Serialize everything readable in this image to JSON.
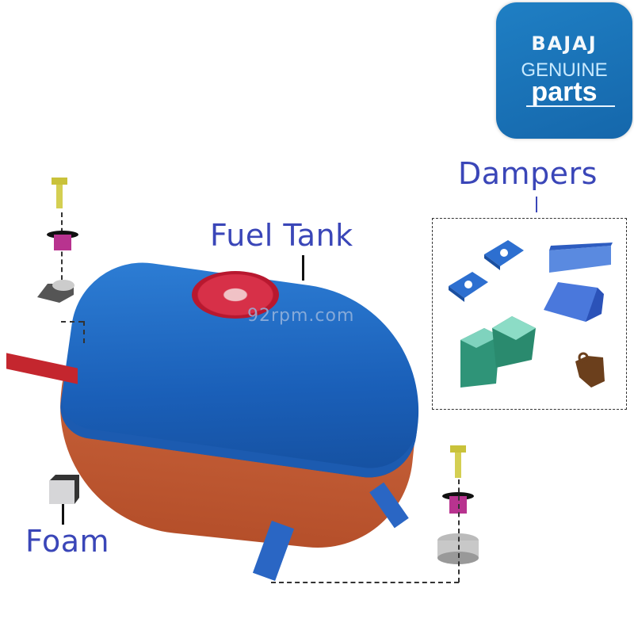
{
  "logo": {
    "brand": "BAJAJ",
    "line2": "GENUINE",
    "line3": "parts",
    "background": "#1a74bb"
  },
  "labels": {
    "fuel_tank": "Fuel Tank",
    "dampers": "Dampers",
    "foam": "Foam"
  },
  "watermark": "92rpm.com",
  "colors": {
    "label": "#3a46b8",
    "tank_top": "#1e66c0",
    "tank_bottom": "#b9542d",
    "cap": "#d12a44"
  },
  "parts": [
    {
      "name": "Fuel Tank",
      "id": "fuel-tank"
    },
    {
      "name": "Dampers",
      "id": "dampers",
      "items": [
        "blue-damper-small-1",
        "blue-damper-small-2",
        "blue-damper-block-1",
        "blue-damper-block-2",
        "green-damper-pair",
        "brown-damper"
      ]
    },
    {
      "name": "Foam",
      "id": "foam"
    },
    {
      "name": "Bolt set (left)",
      "id": "bolt-set-left",
      "items": [
        "bolt",
        "collar",
        "rubber-mount"
      ]
    },
    {
      "name": "Bolt set (right)",
      "id": "bolt-set-right",
      "items": [
        "bolt",
        "collar",
        "rubber-mount"
      ]
    }
  ]
}
